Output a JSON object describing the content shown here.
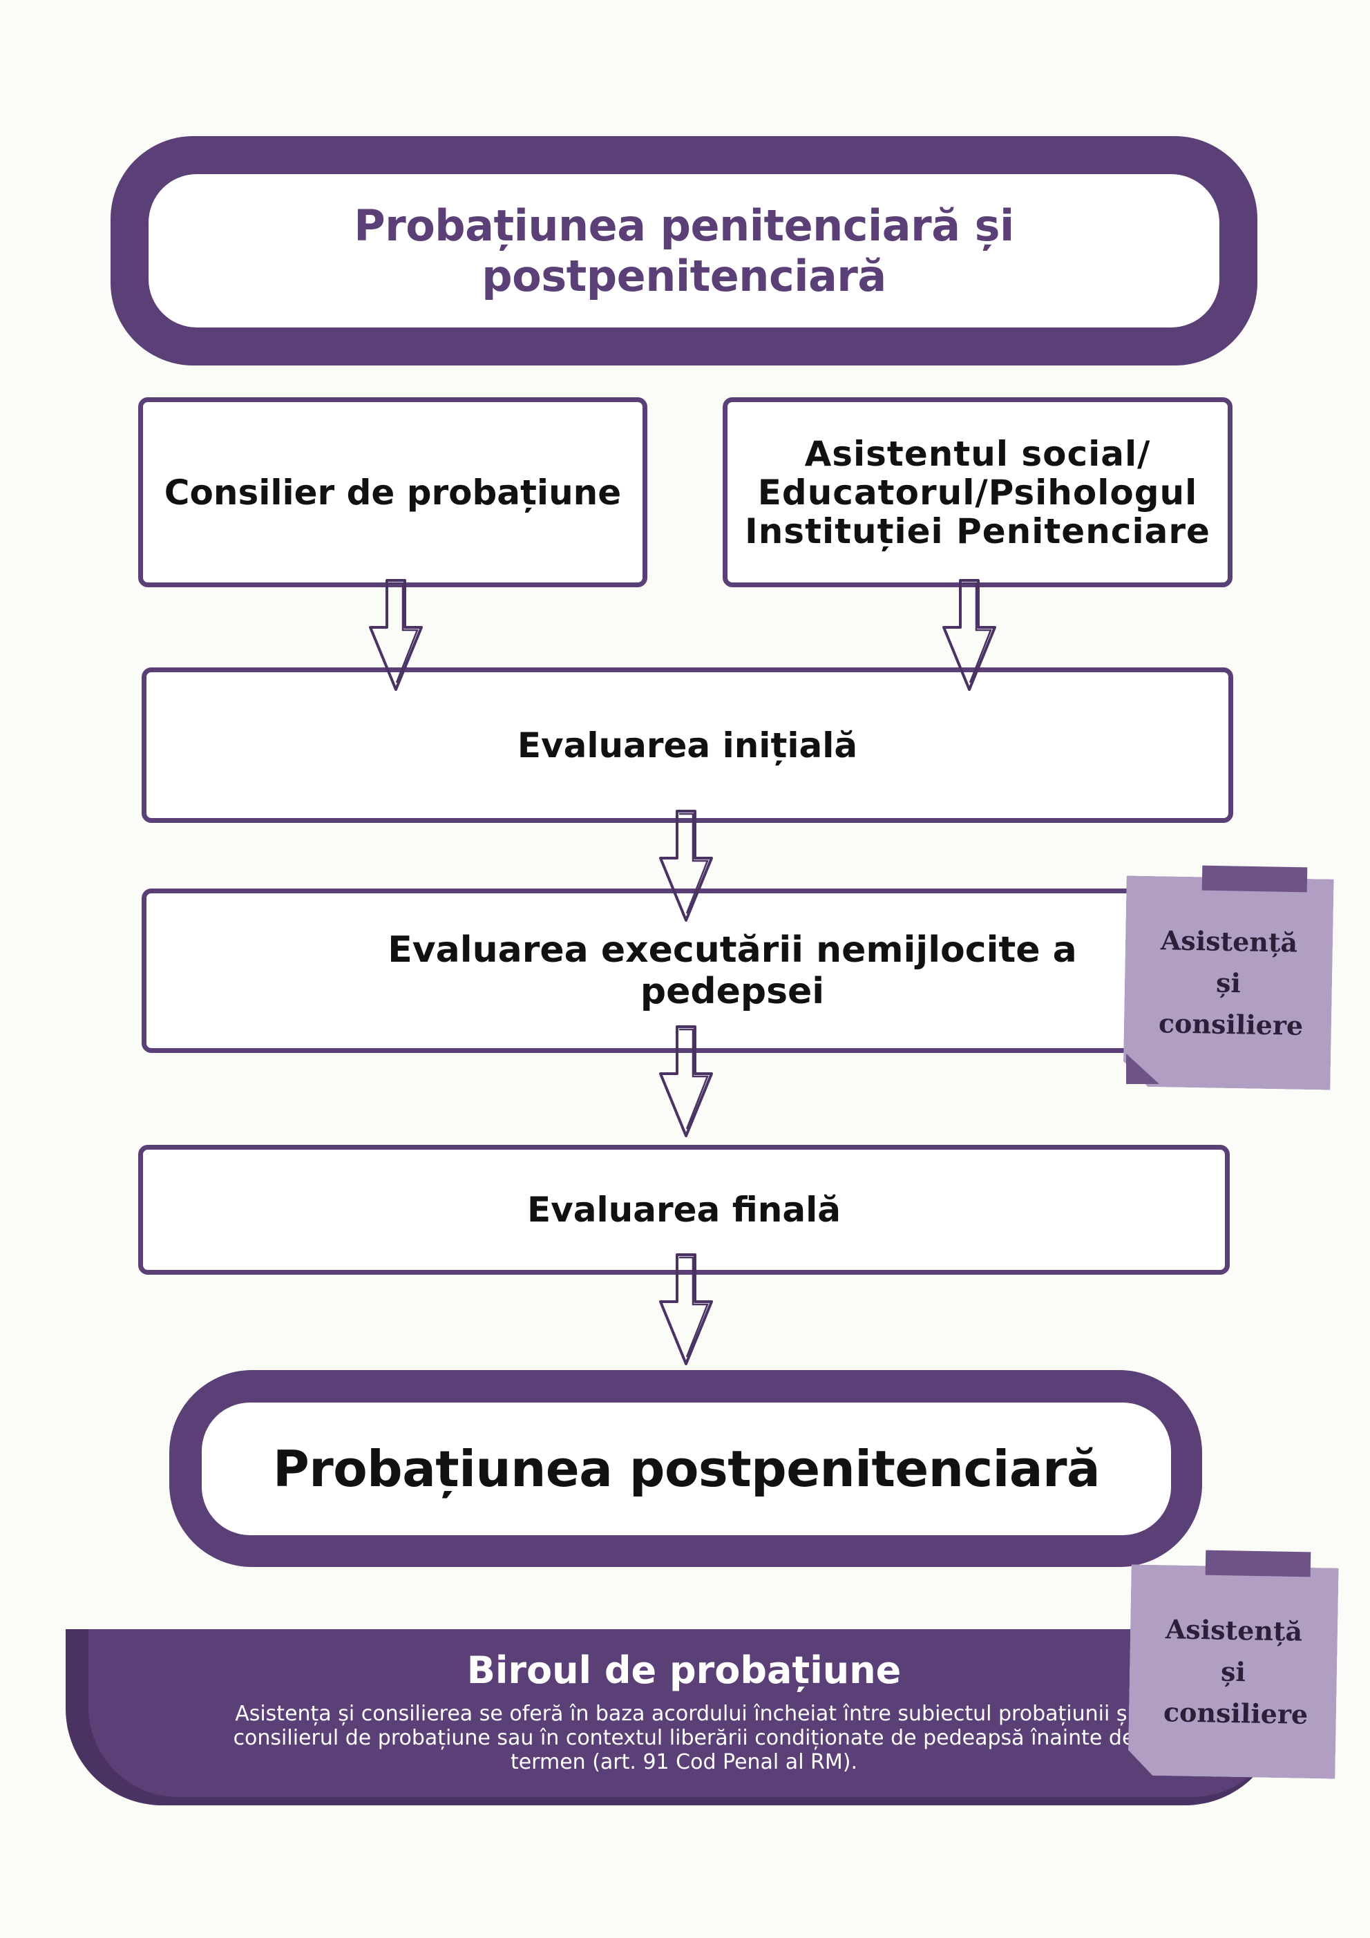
{
  "header": {
    "title": "Probațiunea penitenciară și postpenitenciară"
  },
  "roles": {
    "left": "Consilier de probațiune",
    "right": "Asistentul social/ Educatorul/Psihologul Instituției Penitenciare"
  },
  "steps": {
    "initial": "Evaluarea inițială",
    "execution": "Evaluarea executării nemijlocite a pedepsei",
    "final": "Evaluarea finală"
  },
  "result": {
    "title": "Probațiunea postpenitenciară"
  },
  "notes": {
    "note1": "Asistență și consiliere",
    "note2": "Asistență și consiliere"
  },
  "footer": {
    "title": "Biroul de probațiune",
    "text": "Asistența și consilierea se oferă în baza acordului încheiat între subiectul probațiunii și consilierul de probațiune sau în contextul liberării condiționate de pedeapsă înainte de termen (art. 91 Cod Penal al RM)."
  },
  "colors": {
    "accent": "#5b3f77",
    "note": "#b09fc2",
    "background": "#fbfbf8"
  }
}
